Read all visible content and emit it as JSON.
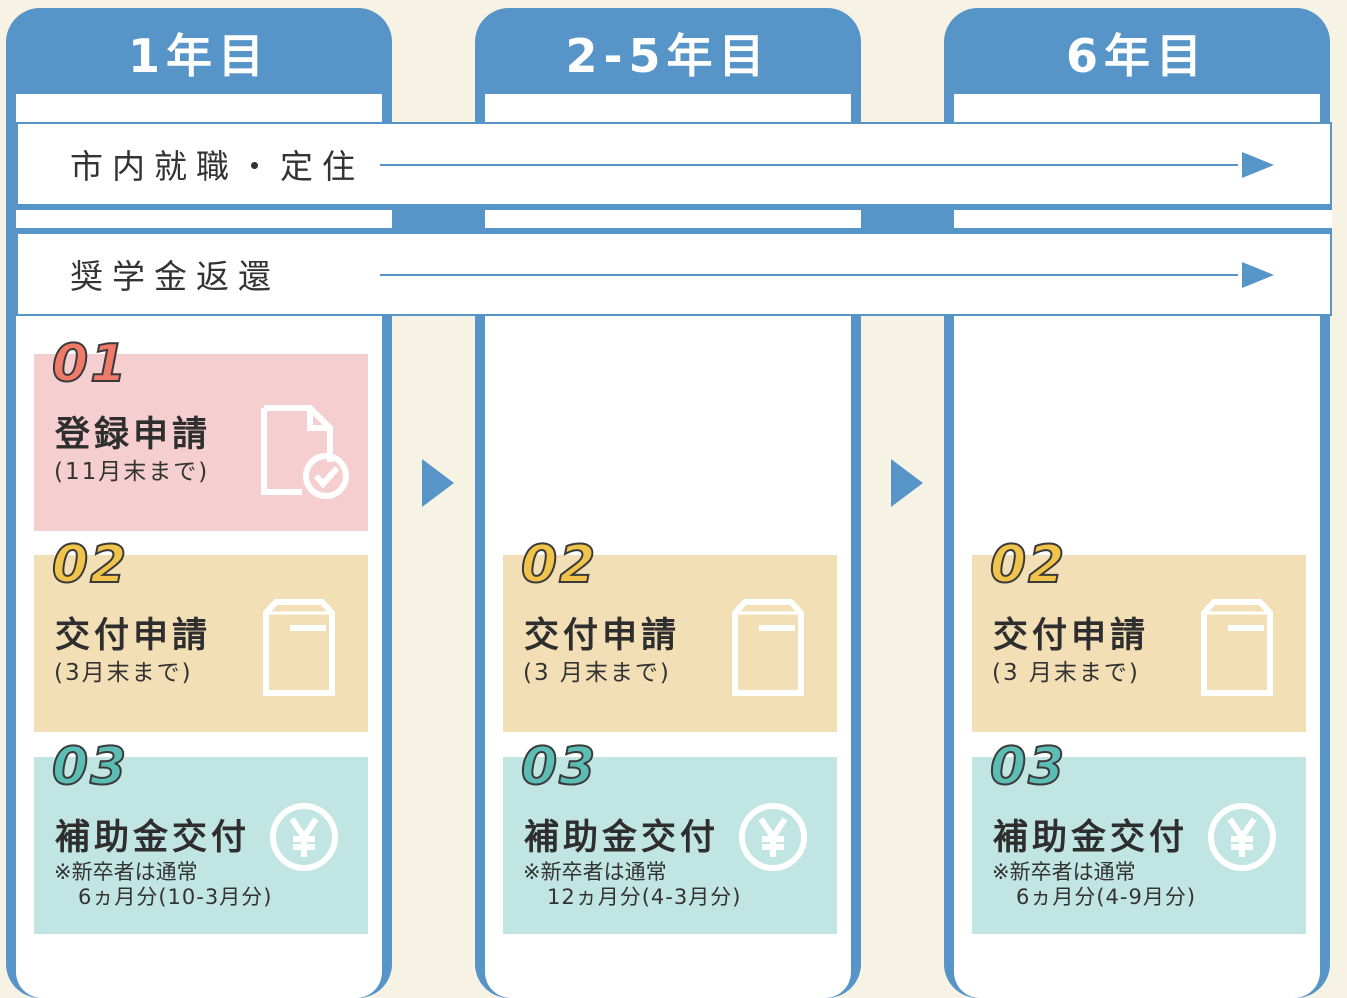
{
  "columns": [
    {
      "title": "1年目"
    },
    {
      "title": "2-5年目"
    },
    {
      "title": "6年目"
    }
  ],
  "rows": [
    {
      "label": "市内就職・定住"
    },
    {
      "label": "奨学金返還"
    }
  ],
  "steps": {
    "col1": {
      "s1": {
        "num": "01",
        "title": "登録申請",
        "sub": "(11月末まで)",
        "icon": "document-check-icon"
      },
      "s2": {
        "num": "02",
        "title": "交付申請",
        "sub": "(3月末まで)",
        "icon": "envelope-icon"
      },
      "s3": {
        "num": "03",
        "title": "補助金交付",
        "note1": "※新卒者は通常",
        "note2": "6ヵ月分(10-3月分)",
        "icon": "yen-icon"
      }
    },
    "col2": {
      "s2": {
        "num": "02",
        "title": "交付申請",
        "sub": "(3 月末まで)",
        "icon": "envelope-icon"
      },
      "s3": {
        "num": "03",
        "title": "補助金交付",
        "note1": "※新卒者は通常",
        "note2": "12ヵ月分(4-3月分)",
        "icon": "yen-icon"
      }
    },
    "col3": {
      "s2": {
        "num": "02",
        "title": "交付申請",
        "sub": "(3 月末まで)",
        "icon": "envelope-icon"
      },
      "s3": {
        "num": "03",
        "title": "補助金交付",
        "note1": "※新卒者は通常",
        "note2": "6ヵ月分(4-9月分)",
        "icon": "yen-icon"
      }
    }
  },
  "colors": {
    "frame_blue": "#5794c8",
    "background": "#f6f3e4",
    "card_pink": "#f5cfcf",
    "card_tan": "#f3dfb5",
    "card_teal": "#c0e5e2"
  }
}
